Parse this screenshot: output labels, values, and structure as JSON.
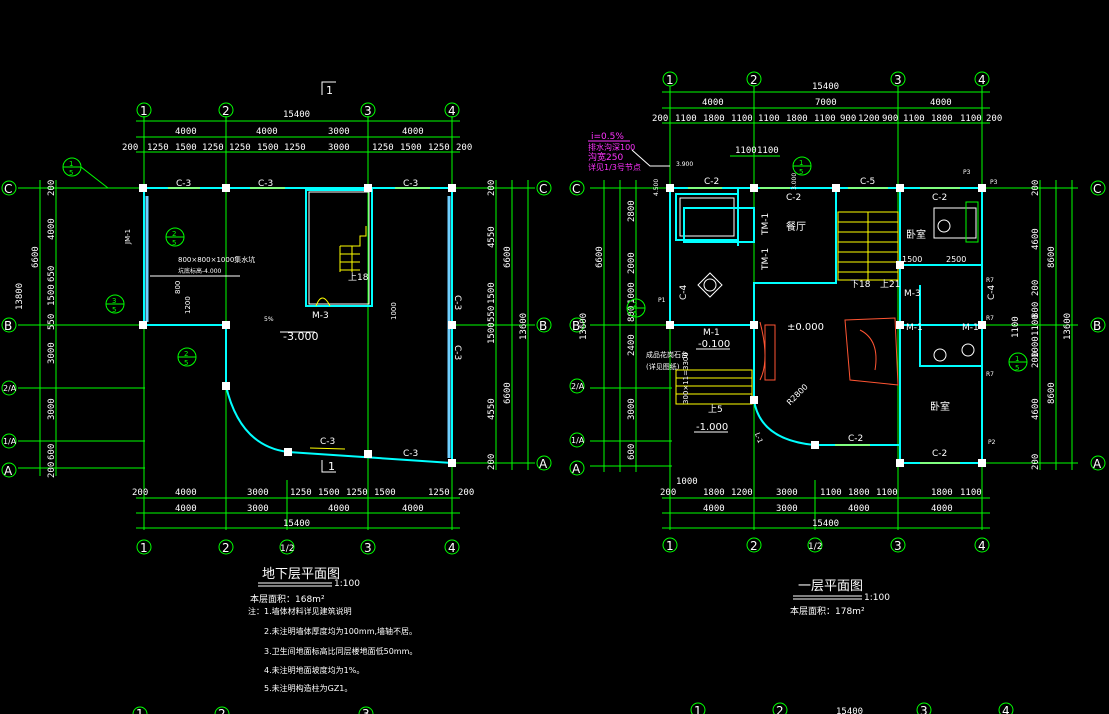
{
  "left_plan": {
    "axis_top": [
      "1",
      "2",
      "3",
      "4"
    ],
    "axis_bottom": [
      "1",
      "2",
      "1/2",
      "3",
      "4"
    ],
    "axis_left": [
      "C",
      "B",
      "2/A",
      "1/A",
      "A"
    ],
    "axis_right": [
      "C",
      "B",
      "A"
    ],
    "total_width": "15400",
    "top_dims_1": [
      "4000",
      "4000",
      "3000",
      "4000"
    ],
    "top_dims_2": [
      "200",
      "1250",
      "1500",
      "1250",
      "1250",
      "1500",
      "1250",
      "3000",
      "1250",
      "1500",
      "1250",
      "200"
    ],
    "bottom_dims_1": [
      "200",
      "4000",
      "3000",
      "1250",
      "1500",
      "1250",
      "1500",
      "1250",
      "200"
    ],
    "bottom_dims_2": [
      "4000",
      "3000",
      "4000",
      "4000"
    ],
    "bottom_total": "15400",
    "left_dims": [
      "200",
      "4000",
      "650",
      "1500",
      "550",
      "3000",
      "3000",
      "600",
      "200"
    ],
    "left_total": [
      "6600",
      "13800"
    ],
    "right_dims": [
      "200",
      "4550",
      "1500",
      "550",
      "1500",
      "4550",
      "200"
    ],
    "right_total": [
      "6600",
      "13600",
      "6600"
    ],
    "windows": [
      "C-3",
      "C-3",
      "C-3",
      "C-3",
      "C-3",
      "C-3",
      "C-3"
    ],
    "door": "M-3",
    "stair_label": "上18",
    "elevation": "-3.000",
    "section_mark": "1",
    "sump_note_1": "800×800×1000集水坑",
    "sump_note_2": "坑底标高-4.000",
    "dim_1000": "1000",
    "dim_1200": "1200",
    "dim_800": "800",
    "jm": "JM-1",
    "slope": "5%",
    "detail_refs": [
      "1",
      "5",
      "2",
      "5",
      "3",
      "5",
      "2",
      "5"
    ],
    "title": "地下层平面图",
    "scale": "1:100",
    "area": "本层面积：168m²",
    "notes": [
      "注：1.墙体材料详见建筑说明",
      "2.未注明墙体厚度均为100mm,墙轴不居。",
      "3.卫生间地面标高比同层楼地面低50mm。",
      "4.未注明地面坡度均为1%。",
      "5.未注明构造柱为GZ1。"
    ]
  },
  "right_plan": {
    "axis_top": [
      "1",
      "2",
      "3",
      "4"
    ],
    "axis_bottom": [
      "1",
      "2",
      "1/2",
      "3",
      "4"
    ],
    "axis_left": [
      "C",
      "B",
      "2/A",
      "1/A",
      "A"
    ],
    "axis_right": [
      "C",
      "B",
      "A"
    ],
    "total_width": "15400",
    "top_dims_1": [
      "4000",
      "7000",
      "4000"
    ],
    "top_dims_2": [
      "200",
      "1100",
      "1800",
      "1100",
      "1100",
      "1800",
      "1100",
      "900",
      "1200",
      "900",
      "1100",
      "1800",
      "1100",
      "200"
    ],
    "mid_dims": [
      "1100",
      "1100"
    ],
    "bottom_dims_1": [
      "200",
      "1800",
      "1200",
      "3000",
      "1100",
      "1800",
      "1100",
      "1800",
      "1100"
    ],
    "bottom_dim_small": "1000",
    "bottom_dims_2": [
      "4000",
      "3000",
      "4000",
      "4000"
    ],
    "bottom_total": "15400",
    "left_dims": [
      "2800",
      "2000",
      "1000",
      "800",
      "2400",
      "3000",
      "600"
    ],
    "left_total": [
      "6600",
      "13600"
    ],
    "right_dims": [
      "200",
      "4600",
      "200",
      "800",
      "1100",
      "1000",
      "1100",
      "200",
      "4600",
      "200"
    ],
    "right_total": [
      "8600",
      "13600",
      "8600"
    ],
    "windows": [
      "C-2",
      "C-2",
      "C-5",
      "C-2",
      "C-2",
      "C-2",
      "C-4",
      "C-4"
    ],
    "doors": [
      "M-1",
      "M-3",
      "TM-1",
      "TM-1",
      "M-1",
      "M-1"
    ],
    "rooms": [
      "餐厅",
      "卧室",
      "卧室"
    ],
    "stair_labels": [
      "下18",
      "上21",
      "上5"
    ],
    "elev_main": "±0.000",
    "elev_1": "-0.100",
    "elev_2": "-1.000",
    "stair_dim": "300×11=3300",
    "ramp_note_1": "成品花岗石台",
    "ramp_note_2": "(详见图纸)",
    "radius": "R2800",
    "misc": [
      "1500",
      "2500",
      "4.500",
      "3.900",
      "3.000",
      "P3",
      "P3",
      "P2",
      "R7",
      "R7",
      "R7",
      "L-1",
      "P1"
    ],
    "magenta_notes": [
      "i=0.5%",
      "排水沟深100",
      "沟宽250",
      "详见1/3号节点"
    ],
    "detail_refs": [
      "1",
      "5",
      "2",
      "5",
      "1",
      "5"
    ],
    "title": "一层平面图",
    "scale": "1:100",
    "area": "本层面积：178m²"
  },
  "bottom_strip": {
    "axis_left": [
      "1",
      "2",
      "3"
    ],
    "axis_right": [
      "1",
      "2",
      "3",
      "4"
    ],
    "partial_dim": "15400"
  }
}
